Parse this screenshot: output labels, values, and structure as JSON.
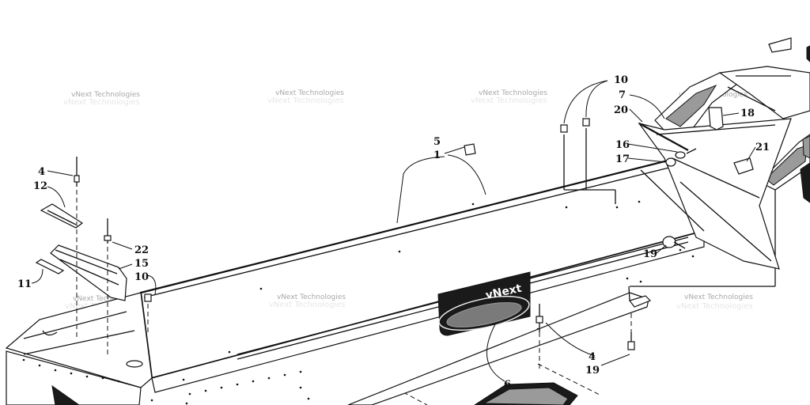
{
  "diagram": {
    "watermark_text": "vNext Technologies",
    "decal_text": "vNext",
    "callouts": {
      "c1": "1",
      "c5": "5",
      "c4a": "4",
      "c12": "12",
      "c22": "22",
      "c15": "15",
      "c10a": "10",
      "c11": "11",
      "c6": "6",
      "c4b": "4",
      "c19a": "19",
      "c19b": "19",
      "c10b": "10",
      "c7": "7",
      "c20": "20",
      "c18": "18",
      "c16": "16",
      "c17": "17",
      "c21": "21"
    }
  }
}
